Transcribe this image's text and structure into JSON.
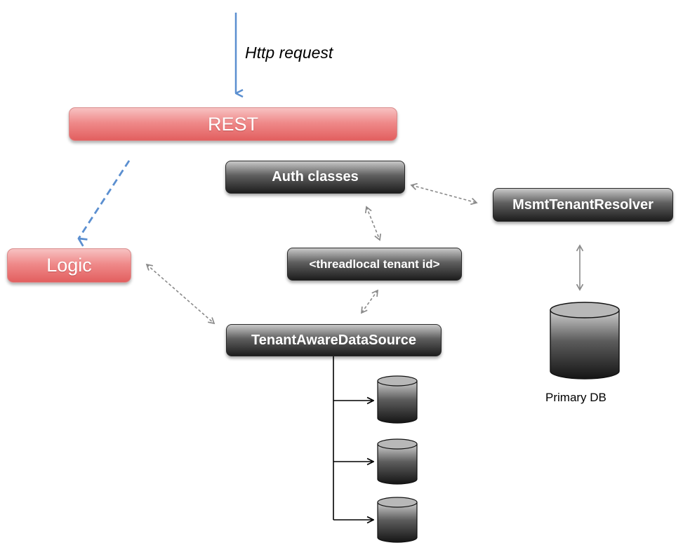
{
  "http_request": {
    "label": "Http request"
  },
  "nodes": {
    "rest": "REST",
    "logic": "Logic",
    "auth_classes": "Auth classes",
    "msmt_tenant_resolver": "MsmtTenantResolver",
    "threadlocal": "<threadlocal tenant id>",
    "tenant_aware_datasource": "TenantAwareDataSource"
  },
  "primary_db": {
    "label": "Primary DB"
  },
  "colors": {
    "request_arrow": "#5b8fd0",
    "red_box": "#e86a6a",
    "dark_box": "#2b2b2b",
    "dashed_link": "#888888"
  }
}
